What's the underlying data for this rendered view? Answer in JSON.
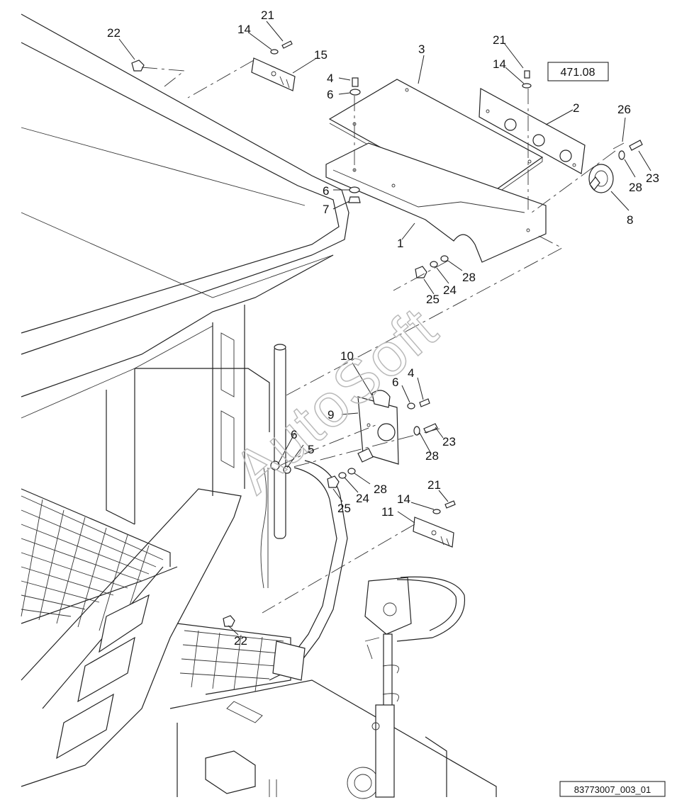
{
  "reference_box": "471.08",
  "drawing_number": "83773007_003_01",
  "watermark": "AutoSoft",
  "callouts": [
    {
      "id": "c21a",
      "label": "21"
    },
    {
      "id": "c14a",
      "label": "14"
    },
    {
      "id": "c15",
      "label": "15"
    },
    {
      "id": "c22a",
      "label": "22"
    },
    {
      "id": "c3",
      "label": "3"
    },
    {
      "id": "c4a",
      "label": "4"
    },
    {
      "id": "c6a",
      "label": "6"
    },
    {
      "id": "c21b",
      "label": "21"
    },
    {
      "id": "c14b",
      "label": "14"
    },
    {
      "id": "c2",
      "label": "2"
    },
    {
      "id": "c26",
      "label": "26"
    },
    {
      "id": "c23a",
      "label": "23"
    },
    {
      "id": "c28a",
      "label": "28"
    },
    {
      "id": "c8",
      "label": "8"
    },
    {
      "id": "c6b",
      "label": "6"
    },
    {
      "id": "c7",
      "label": "7"
    },
    {
      "id": "c1",
      "label": "1"
    },
    {
      "id": "c28b",
      "label": "28"
    },
    {
      "id": "c24a",
      "label": "24"
    },
    {
      "id": "c25a",
      "label": "25"
    },
    {
      "id": "c10",
      "label": "10"
    },
    {
      "id": "c6c",
      "label": "6"
    },
    {
      "id": "c4b",
      "label": "4"
    },
    {
      "id": "c9",
      "label": "9"
    },
    {
      "id": "c6d",
      "label": "6"
    },
    {
      "id": "c5",
      "label": "5"
    },
    {
      "id": "c23b",
      "label": "23"
    },
    {
      "id": "c28c",
      "label": "28"
    },
    {
      "id": "c28d",
      "label": "28"
    },
    {
      "id": "c24b",
      "label": "24"
    },
    {
      "id": "c25b",
      "label": "25"
    },
    {
      "id": "c21c",
      "label": "21"
    },
    {
      "id": "c14c",
      "label": "14"
    },
    {
      "id": "c11",
      "label": "11"
    },
    {
      "id": "c22b",
      "label": "22"
    }
  ]
}
